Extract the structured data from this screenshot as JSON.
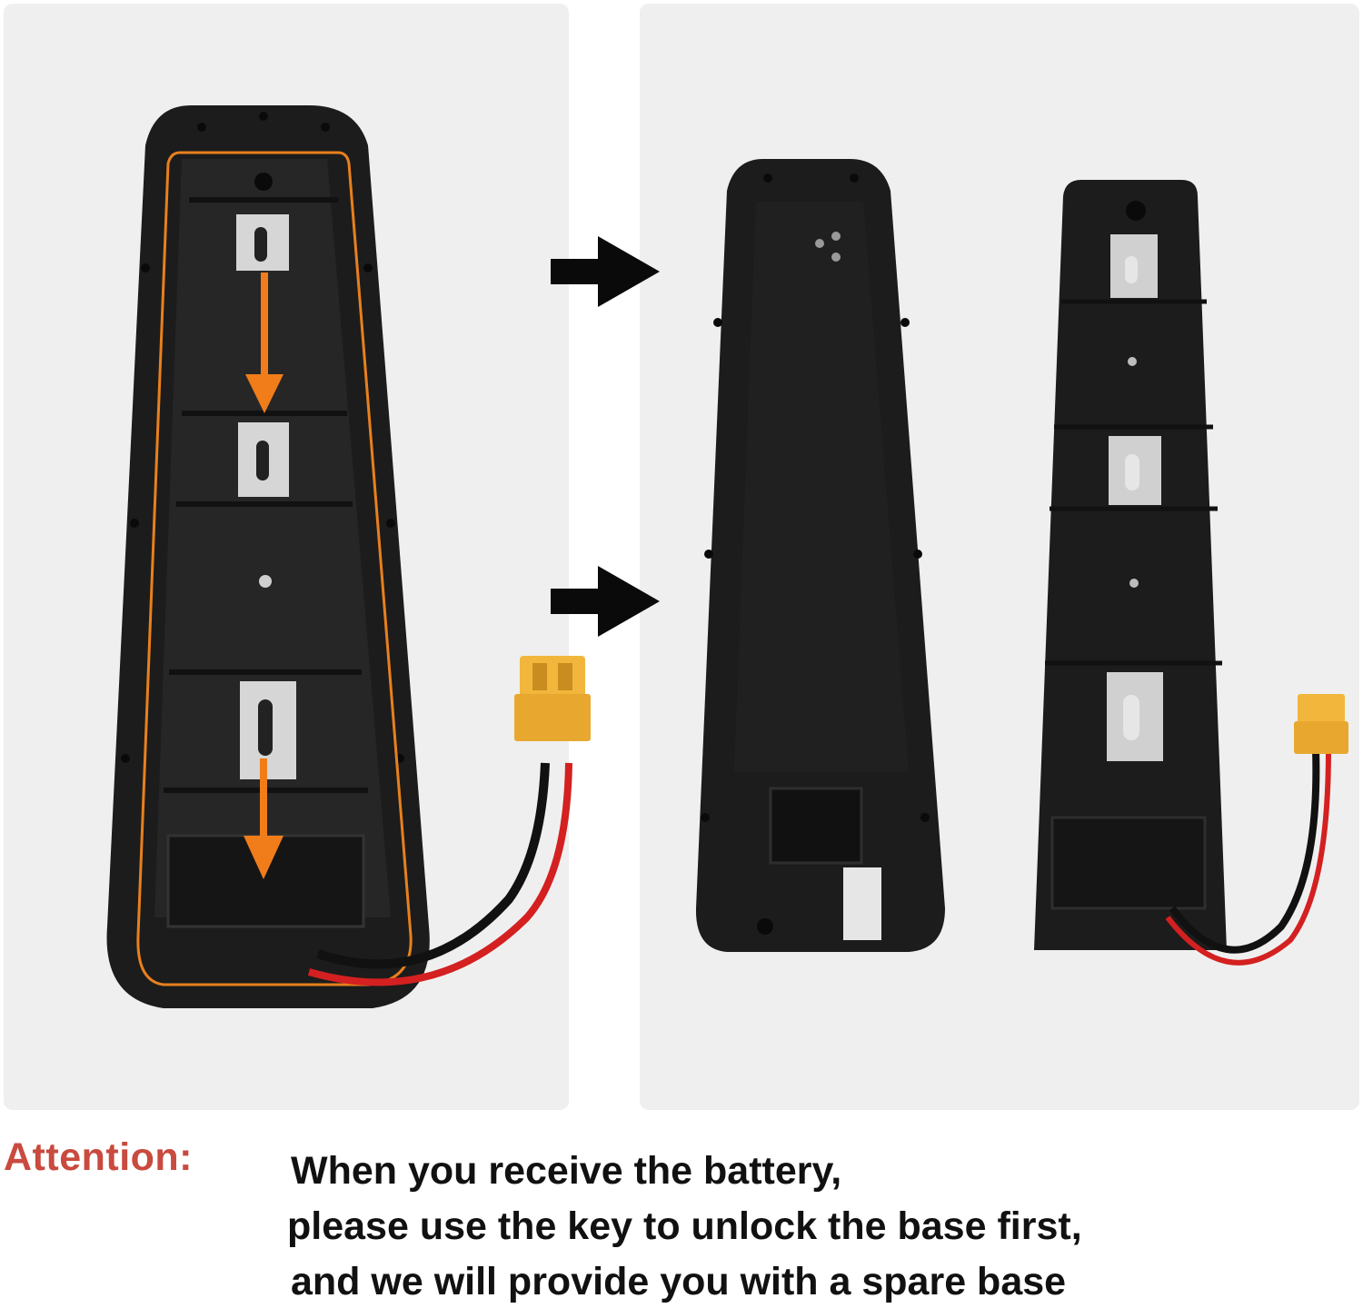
{
  "attention_label": "Attention:",
  "message_lines": [
    "When you receive the battery,",
    "please use the key to unlock the base first,",
    "and we will provide you with a spare base"
  ],
  "colors": {
    "panel_bg": "#efefef",
    "housing": "#1c1c1c",
    "highlight_outline": "#e8801e",
    "arrow_orange": "#f07d1a",
    "connector_yellow": "#f2b63c",
    "attention_red": "#c94a3e"
  }
}
